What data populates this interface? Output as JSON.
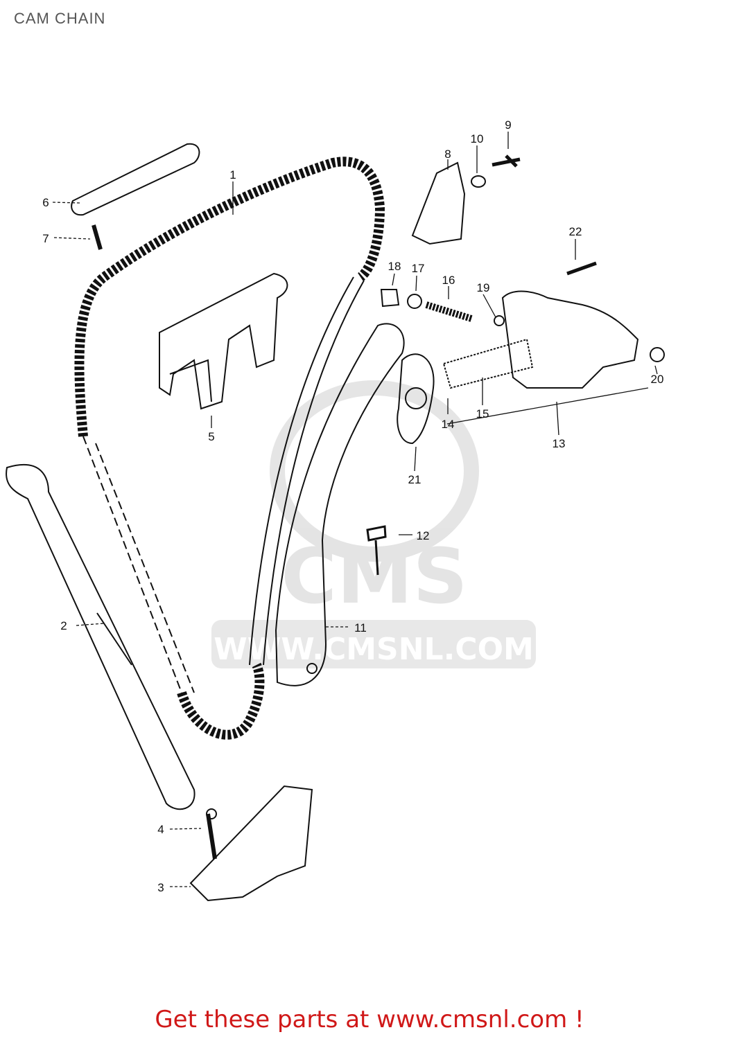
{
  "diagram": {
    "title": "CAM CHAIN",
    "callouts": [
      "1",
      "2",
      "3",
      "4",
      "5",
      "6",
      "7",
      "8",
      "9",
      "10",
      "11",
      "12",
      "13",
      "14",
      "15",
      "16",
      "17",
      "18",
      "19",
      "20",
      "21",
      "22"
    ]
  },
  "watermark": {
    "brand": "CMS",
    "url": "WWW.CMSNL.COM",
    "color": "#cfcfcf"
  },
  "footer": {
    "text": "Get these parts at www.cmsnl.com !",
    "color": "#d01818"
  }
}
